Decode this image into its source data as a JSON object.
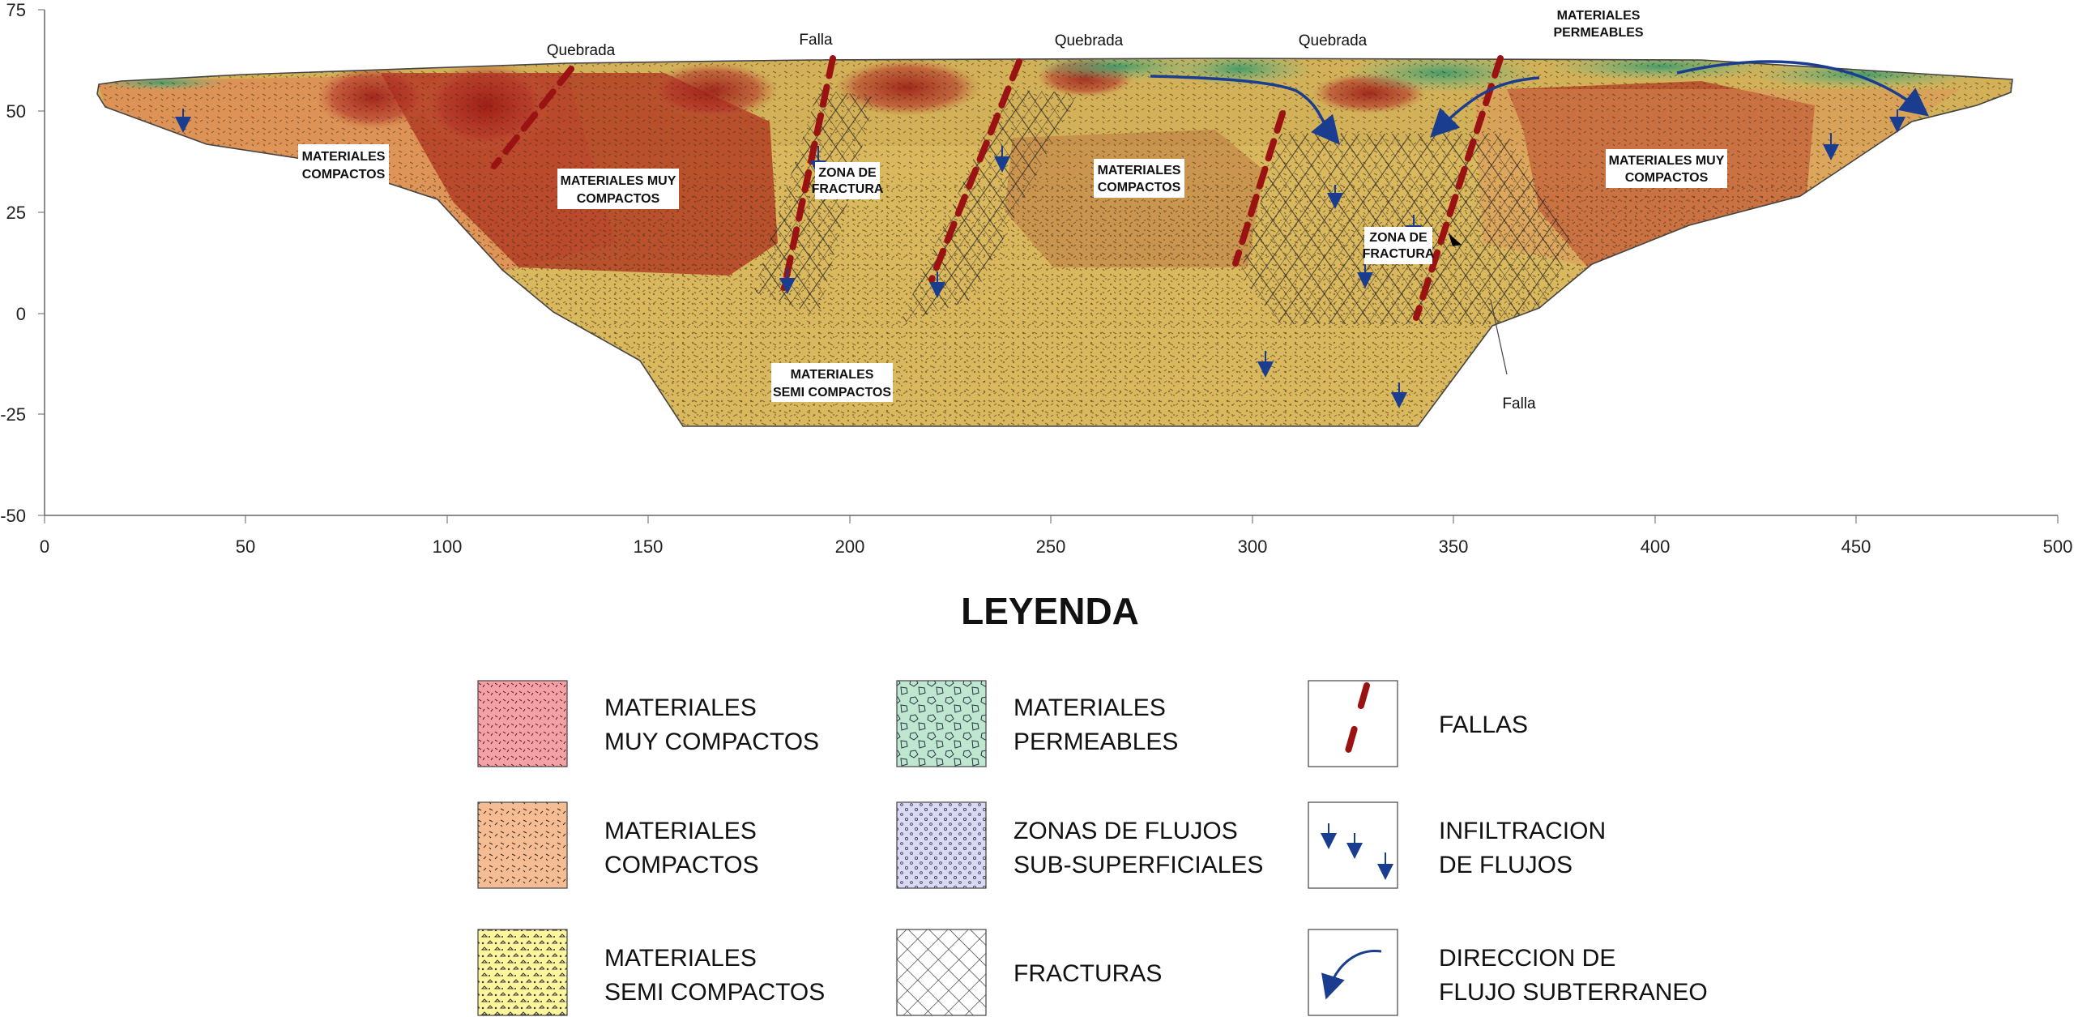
{
  "axes": {
    "x_ticks": [
      "0",
      "50",
      "100",
      "150",
      "200",
      "250",
      "300",
      "350",
      "400",
      "450",
      "500"
    ],
    "y_ticks": [
      "75",
      "50",
      "25",
      "0",
      "-25",
      "-50"
    ]
  },
  "annotations": {
    "quebrada": "Quebrada",
    "falla": "Falla",
    "permeables_line1": "MATERIALES",
    "permeables_line2": "PERMEABLES"
  },
  "zone_labels": {
    "compactos": [
      "MATERIALES",
      "COMPACTOS"
    ],
    "muy_compactos_left": [
      "MATERIALES MUY",
      "COMPACTOS"
    ],
    "fractura_left": [
      "ZONA DE",
      "FRACTURA"
    ],
    "compactos_center": [
      "MATERIALES",
      "COMPACTOS"
    ],
    "fractura_right": [
      "ZONA DE",
      "FRACTURA"
    ],
    "muy_compactos_right": [
      "MATERIALES MUY",
      "COMPACTOS"
    ],
    "semi_compactos": [
      "MATERIALES",
      "SEMI COMPACTOS"
    ]
  },
  "legend": {
    "title": "LEYENDA",
    "items": {
      "muy_compactos": [
        "MATERIALES",
        "MUY COMPACTOS"
      ],
      "permeables": [
        "MATERIALES",
        "PERMEABLES"
      ],
      "fallas": [
        "FALLAS"
      ],
      "compactos": [
        "MATERIALES",
        "COMPACTOS"
      ],
      "flujos_sub": [
        "ZONAS DE FLUJOS",
        "SUB-SUPERFICIALES"
      ],
      "infiltracion": [
        "INFILTRACION",
        "DE FLUJOS"
      ],
      "semi_compactos": [
        "MATERIALES",
        "SEMI COMPACTOS"
      ],
      "fracturas": [
        "FRACTURAS"
      ],
      "direccion": [
        "DIRECCION DE",
        "FLUJO SUBTERRANEO"
      ]
    }
  },
  "colors": {
    "muy_compactos": "#b0281e",
    "compactos": "#e0905a",
    "semi_compactos": "#d8b45a",
    "permeables": "#5fae7a",
    "flujos_sub": "#d6d6f2",
    "falla": "#9b1212",
    "flow_arrow": "#1a3d8f"
  }
}
